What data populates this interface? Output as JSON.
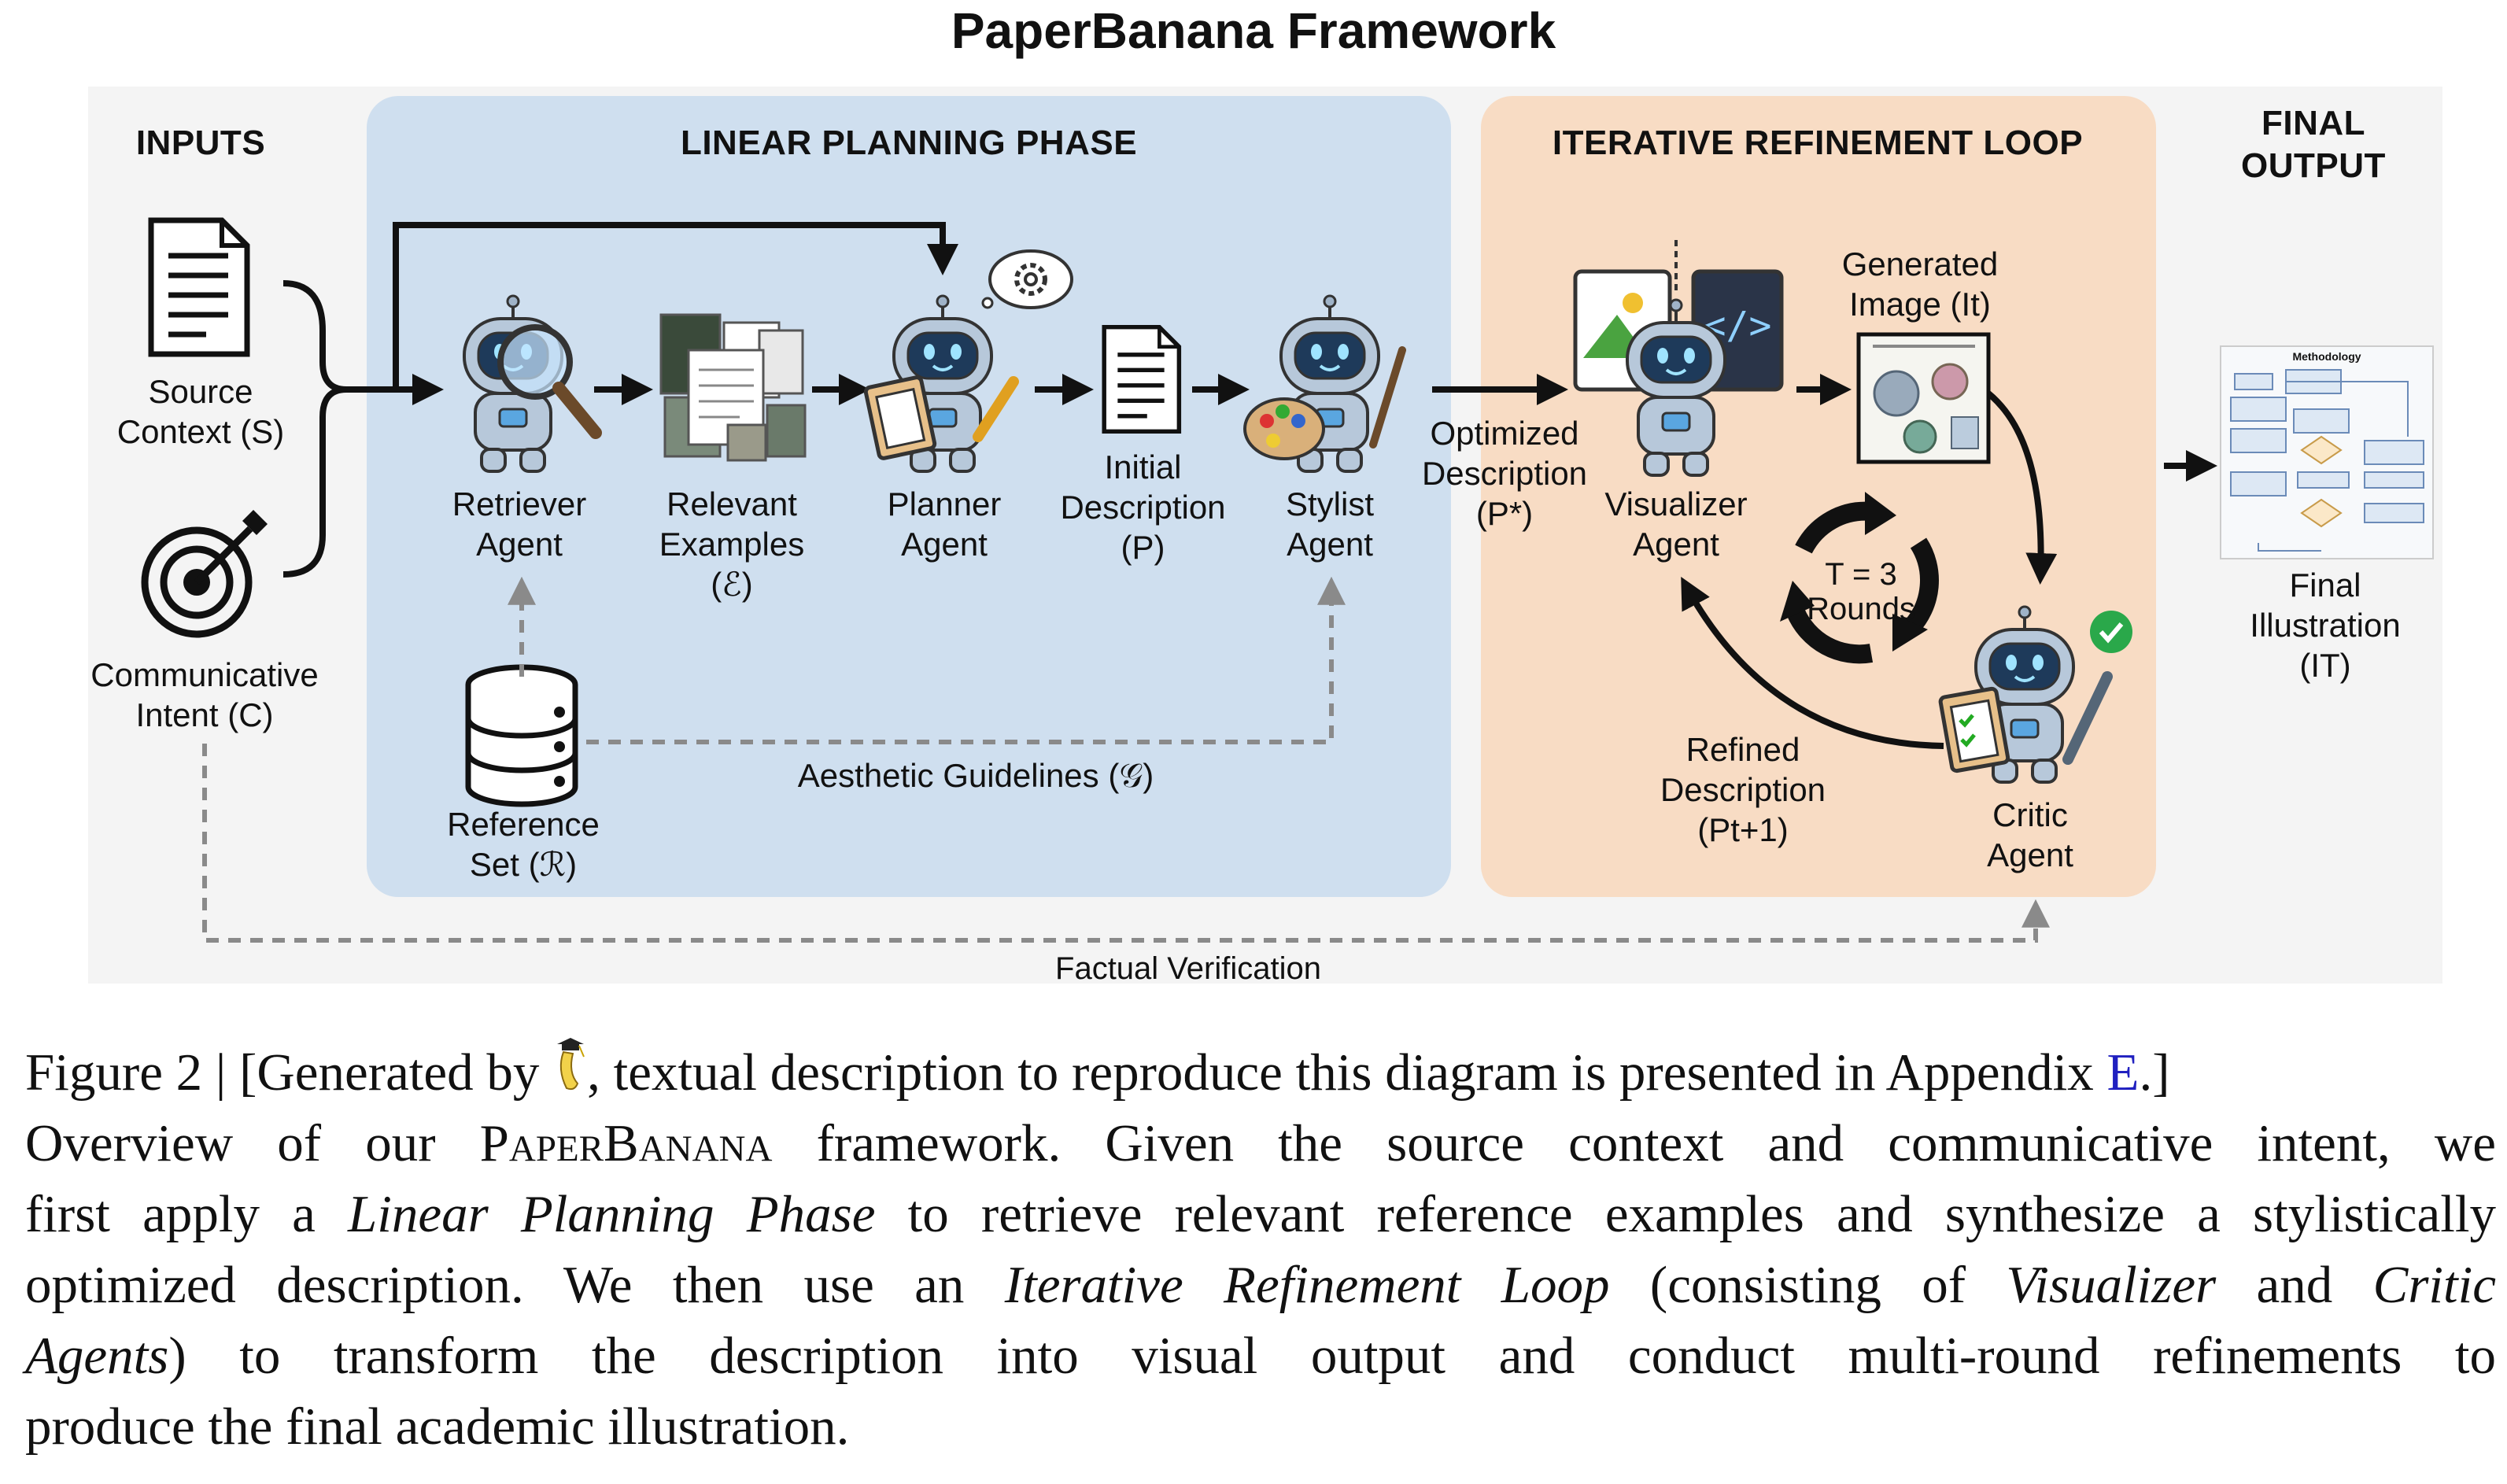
{
  "diagram": {
    "title": "PaperBanana Framework",
    "sections": {
      "inputs": "INPUTS",
      "linear": "LINEAR PLANNING PHASE",
      "iterative": "ITERATIVE REFINEMENT LOOP",
      "final_line1": "FINAL",
      "final_line2": "OUTPUT"
    },
    "nodes": {
      "source_context": [
        "Source",
        "Context (S)"
      ],
      "communicative_intent": [
        "Communicative",
        "Intent (C)"
      ],
      "retriever_agent": [
        "Retriever",
        "Agent"
      ],
      "relevant_examples": [
        "Relevant",
        "Examples",
        "(ℰ)"
      ],
      "planner_agent": [
        "Planner",
        "Agent"
      ],
      "initial_description": [
        "Initial",
        "Description",
        "(P)"
      ],
      "stylist_agent": [
        "Stylist",
        "Agent"
      ],
      "optimized_description": [
        "Optimized",
        "Description",
        "(P*)"
      ],
      "visualizer_agent": [
        "Visualizer",
        "Agent"
      ],
      "generated_image": [
        "Generated",
        "Image (It)"
      ],
      "rounds": [
        "T = 3",
        "Rounds"
      ],
      "refined_description": [
        "Refined",
        "Description",
        "(Pt+1)"
      ],
      "critic_agent": [
        "Critic",
        "Agent"
      ],
      "reference_set": [
        "Reference",
        "Set (ℛ)"
      ],
      "aesthetic_guidelines": "Aesthetic Guidelines (𝒢)",
      "factual_verification": "Factual Verification",
      "final_illustration": [
        "Final",
        "Illustration",
        "(IT)"
      ],
      "thumbnail_title": "Methodology"
    },
    "colors": {
      "linear_bg": "#cfdfef",
      "iterative_bg": "#f8dcc4",
      "robot": "#9fb3c8",
      "visor": "#1e3a5a"
    }
  },
  "caption": {
    "line1_a": "Figure 2 | [Generated by ",
    "line1_b": ", textual description to reproduce this diagram is presented in Appendix ",
    "line1_link": "E",
    "line1_c": ".]",
    "line2_a": "Overview of our ",
    "line2_name": "PaperBanana",
    "line2_b": " framework. Given the source context and communicative intent, we",
    "line3_a": "first apply a ",
    "line3_it": "Linear Planning Phase",
    "line3_b": " to retrieve relevant reference examples and synthesize a stylistically",
    "line4_a": "optimized description. We then use an ",
    "line4_it1": "Iterative Refinement Loop",
    "line4_b": " (consisting of ",
    "line4_it2": "Visualizer",
    "line4_c": " and ",
    "line4_it3": "Critic",
    "line5_it": "Agents",
    "line5_b": ") to transform the description into visual output and conduct multi-round refinements to",
    "line6": "produce the final academic illustration."
  }
}
